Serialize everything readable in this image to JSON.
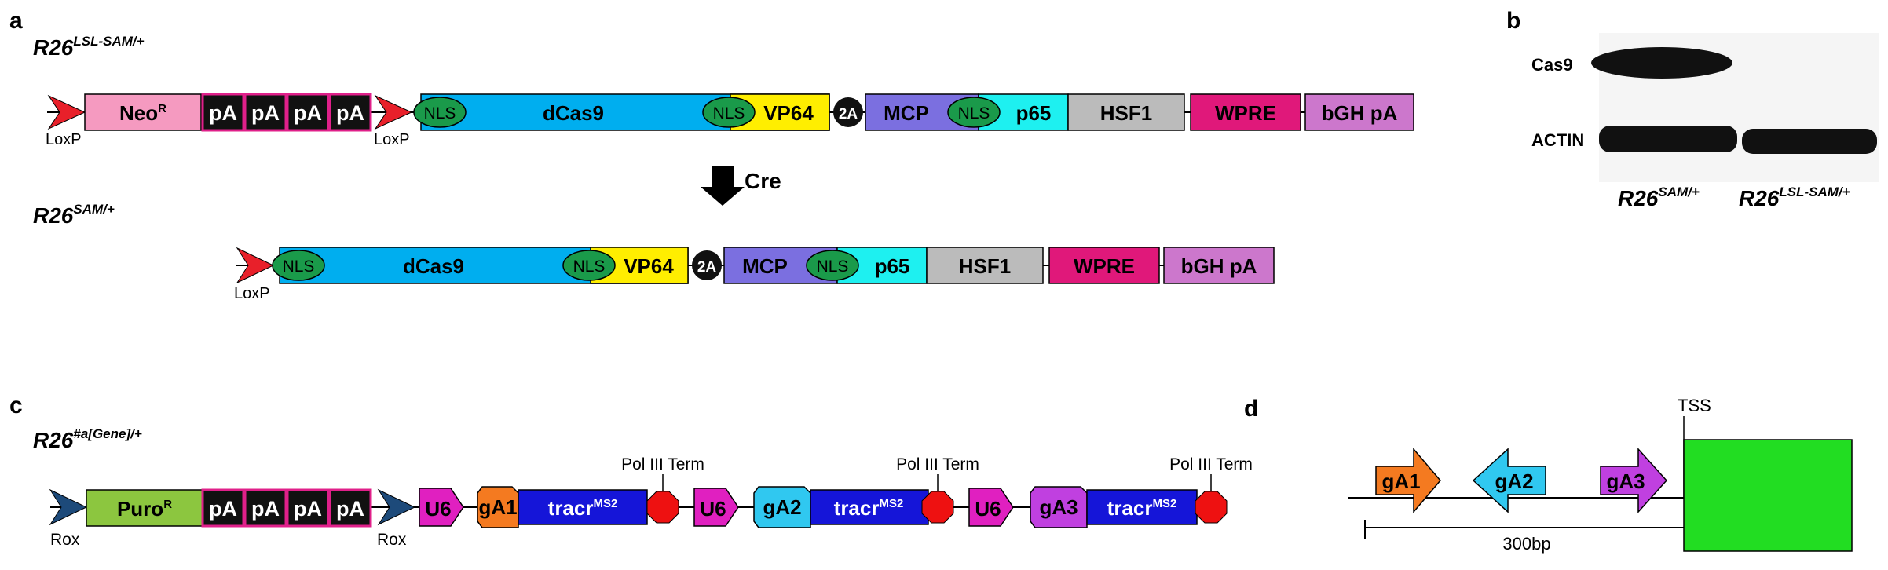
{
  "panels": {
    "a": "a",
    "b": "b",
    "c": "c",
    "d": "d"
  },
  "construct_a1": {
    "title_base": "R26",
    "title_sup": "LSL-SAM/+",
    "neo": "Neo",
    "neo_sup": "R",
    "pa": "pA",
    "nls": "NLS",
    "dcas9": "dCas9",
    "vp64": "VP64",
    "t2a": "2A",
    "mcp": "MCP",
    "p65": "p65",
    "hsf1": "HSF1",
    "wpre": "WPRE",
    "bgh": "bGH pA",
    "loxp": "LoxP"
  },
  "cre_label": "Cre",
  "construct_a2": {
    "title_base": "R26",
    "title_sup": "SAM/+"
  },
  "blot": {
    "row1": "Cas9",
    "row2": "ACTIN",
    "lane1_base": "R26",
    "lane1_sup": "SAM/+",
    "lane2_base": "R26",
    "lane2_sup": "LSL-SAM/+"
  },
  "construct_c": {
    "title_base": "R26",
    "title_sup": "#a[Gene]/+",
    "puro": "Puro",
    "puro_sup": "R",
    "rox": "Rox",
    "u6": "U6",
    "ga1": "gA1",
    "ga2": "gA2",
    "ga3": "gA3",
    "tracr": "tracr",
    "tracr_sup": "MS2",
    "polterm": "Pol III Term"
  },
  "panel_d": {
    "tss": "TSS",
    "scale": "300bp",
    "ga1": "gA1",
    "ga2": "gA2",
    "ga3": "gA3"
  },
  "colors": {
    "loxp": "#e8202a",
    "neo": "#f59ac0",
    "pa_fill": "#111111",
    "pa_border": "#e0208a",
    "dcas9": "#00aeef",
    "nls": "#1a9a4a",
    "vp64": "#ffee00",
    "mcp": "#7b6fe0",
    "p65": "#1ef0f0",
    "hsf1": "#bbbbbb",
    "wpre": "#e0187a",
    "bgh": "#cc77cc",
    "rox": "#1d4a7a",
    "puro": "#8cc63f",
    "u6": "#e020c0",
    "ga1": "#f47a20",
    "ga2": "#30c8f0",
    "ga3": "#c040e0",
    "tracr": "#1515d8",
    "term": "#ee1111",
    "tss_box": "#22dd22"
  }
}
